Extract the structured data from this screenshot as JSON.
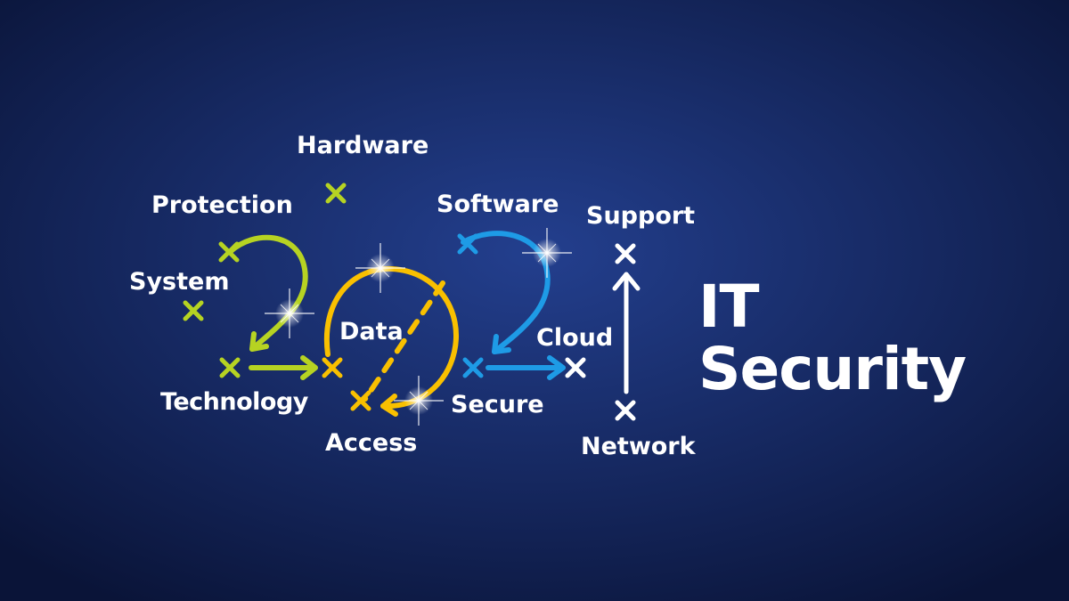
{
  "headline": {
    "line1": "IT",
    "line2": "Security"
  },
  "words": {
    "hardware": "Hardware",
    "protection": "Protection",
    "system": "System",
    "technology": "Technology",
    "access": "Access",
    "data": "Data",
    "software": "Software",
    "support": "Support",
    "cloud": "Cloud",
    "secure": "Secure",
    "network": "Network"
  },
  "colors": {
    "background_center": "#233f8e",
    "background_edge": "#0a1438",
    "lime": "#b6d322",
    "yellow": "#f9c000",
    "blue": "#1e9be6",
    "white": "#ffffff"
  }
}
